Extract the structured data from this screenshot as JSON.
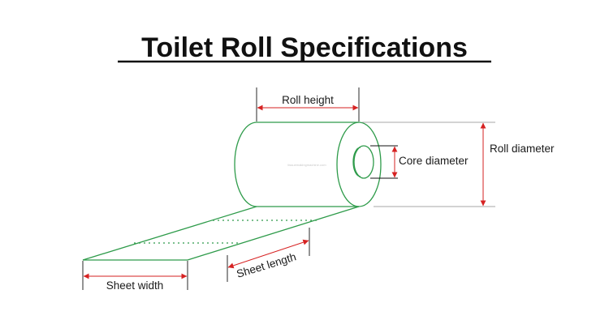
{
  "title": "Toilet Roll Specifications",
  "labels": {
    "roll_height": "Roll  height",
    "core_diameter": "Core diameter",
    "roll_diameter": "Roll  diameter",
    "sheet_length": "Sheet length",
    "sheet_width": "Sheet width"
  },
  "watermark": "tissuemakingmachine.com",
  "colors": {
    "outline": "#2e9b4a",
    "dimension": "#d62222",
    "text": "#111111"
  }
}
